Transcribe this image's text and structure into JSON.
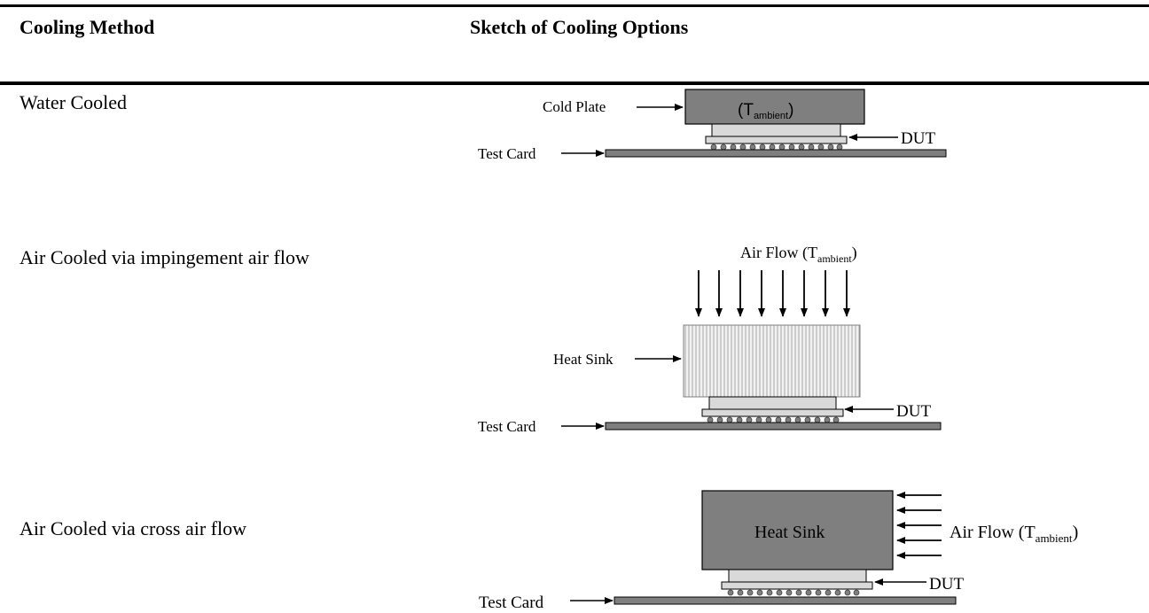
{
  "table": {
    "header": {
      "col1": "Cooling Method",
      "col2": "Sketch of Cooling Options"
    },
    "rows": [
      {
        "method": "Water Cooled",
        "sketch": {
          "cold_plate_label": "Cold Plate",
          "plate_text_prefix": "(T",
          "plate_text_sub": "ambient",
          "plate_text_suffix": ")",
          "dut_label": "DUT",
          "test_card_label": "Test Card"
        }
      },
      {
        "method": "Air Cooled via impingement air flow",
        "sketch": {
          "airflow_prefix": "Air Flow (T",
          "airflow_sub": "ambient",
          "airflow_suffix": ")",
          "heat_sink_label": "Heat Sink",
          "dut_label": "DUT",
          "test_card_label": "Test Card"
        }
      },
      {
        "method": "Air Cooled via cross air flow",
        "sketch": {
          "heat_sink_label": "Heat Sink",
          "airflow_prefix": "Air Flow (T",
          "airflow_sub": "ambient",
          "airflow_suffix": ")",
          "dut_label": "DUT",
          "test_card_label": "Test Card"
        }
      }
    ]
  },
  "colors": {
    "dark_gray": "#7f7f7f",
    "light_gray": "#d9d9d9",
    "heat_sink_fin_bg": "#eeeeee",
    "fin_line": "#9a9a9a",
    "card_gray": "#808080"
  }
}
